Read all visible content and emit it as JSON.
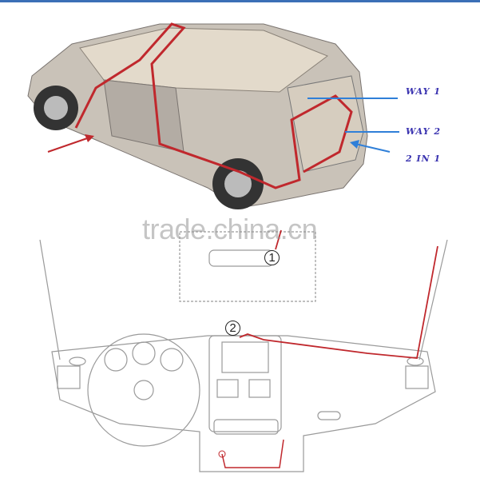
{
  "labels": {
    "way1": "WAY 1",
    "way2": "WAY 2",
    "two_in_one": "2 IN 1"
  },
  "watermark": "trade.china.cn",
  "markers": {
    "one": "1",
    "two": "2"
  },
  "colors": {
    "wire": "#c0282d",
    "arrow_blue": "#2f7fd8",
    "label": "#3a33b0",
    "line_art": "#9a9a9a"
  }
}
